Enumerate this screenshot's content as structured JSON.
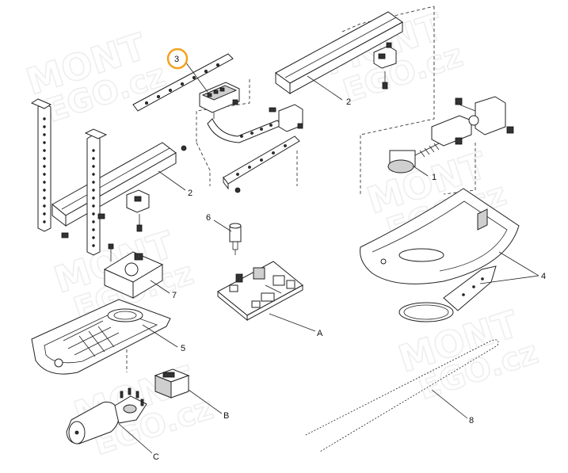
{
  "diagram": {
    "labels": {
      "p1": "1",
      "p2a": "2",
      "p2b": "2",
      "p3": "3",
      "p4": "4",
      "p5": "5",
      "p6": "6",
      "p7": "7",
      "p8": "8",
      "pA": "A",
      "pB": "B",
      "pC": "C"
    },
    "watermark": {
      "line1": "MONT",
      "line2": "EGO.cz"
    },
    "highlight_color": "#f5a020"
  }
}
